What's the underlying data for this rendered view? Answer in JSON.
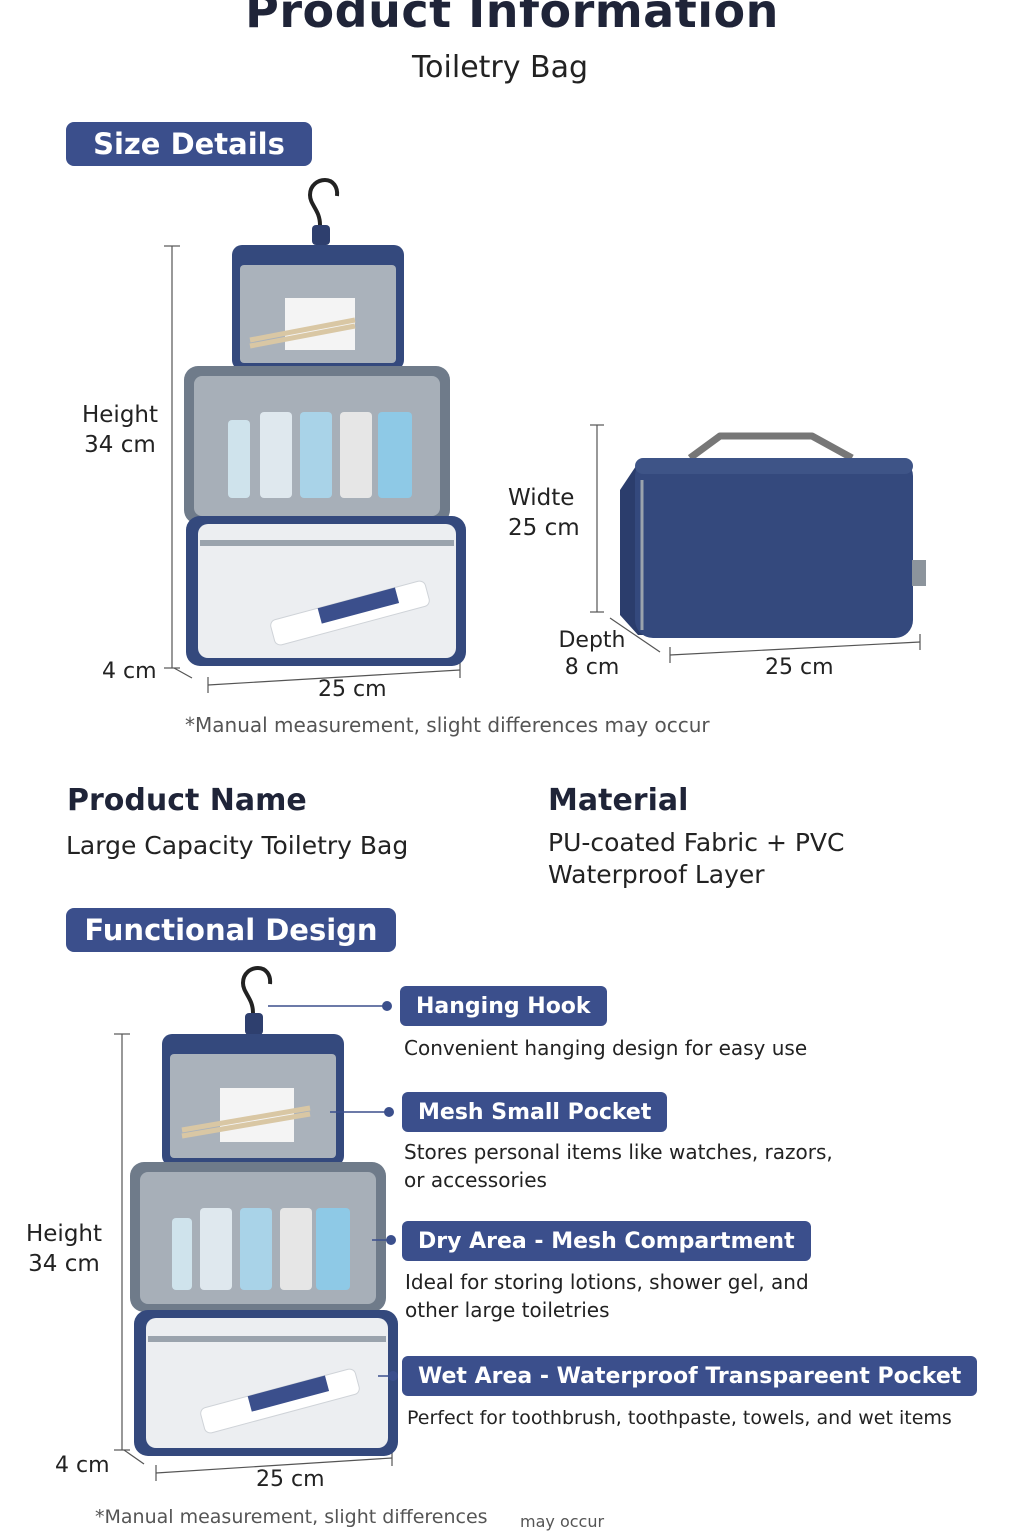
{
  "header": {
    "title": "Product Information",
    "subtitle": "Toiletry Bag"
  },
  "size_details": {
    "label": "Size Details",
    "hanging_height_label": "Height",
    "hanging_height_value": "34 cm",
    "hanging_depth": "4 cm",
    "hanging_width": "25 cm",
    "folded_width_label": "Widte",
    "folded_width_value": "25 cm",
    "folded_depth_label": "Depth",
    "folded_depth_value": "8 cm",
    "folded_length": "25 cm",
    "note": "*Manual measurement, slight differences may occur"
  },
  "product": {
    "name_heading": "Product Name",
    "name_value": "Large Capacity Toiletry Bag",
    "material_heading": "Material",
    "material_line1": "PU-coated Fabric + PVC",
    "material_line2": "Waterproof Layer"
  },
  "functional_design": {
    "label": "Functional Design",
    "height_label": "Height",
    "height_value": "34 cm",
    "depth": "4 cm",
    "width": "25 cm",
    "features": [
      {
        "title": "Hanging Hook",
        "line1": "Convenient hanging design for easy use",
        "line2": ""
      },
      {
        "title": "Mesh Small Pocket",
        "line1": "Stores personal items like watches, razors,",
        "line2": "or accessories"
      },
      {
        "title": "Dry Area - Mesh Compartment",
        "line1": "Ideal for storing lotions, shower gel, and",
        "line2": "other large toiletries"
      },
      {
        "title": "Wet Area - Waterproof Transpareent Pocket",
        "line1": "Perfect for toothbrush, toothpaste, towels, and wet items",
        "line2": ""
      }
    ],
    "note_part1": "*Manual measurement, slight differences",
    "note_part2": "may occur"
  },
  "colors": {
    "accent": "#3b4f8c",
    "bag_navy": "#34497d",
    "mesh_gray": "#9aa3ad"
  }
}
